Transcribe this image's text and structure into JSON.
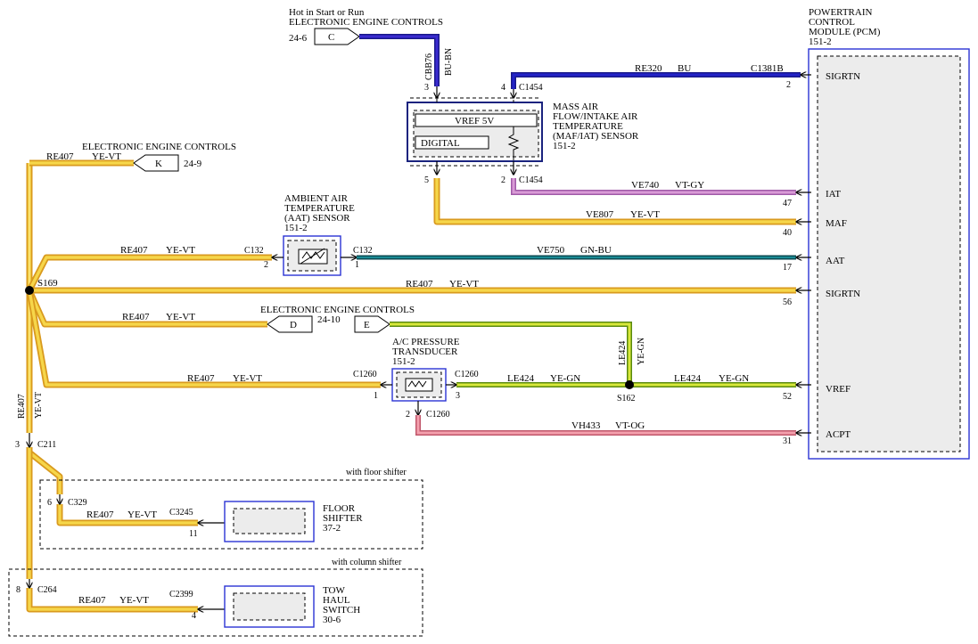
{
  "pcm": {
    "title_lines": [
      "POWERTRAIN",
      "CONTROL",
      "MODULE (PCM)",
      "151-2"
    ],
    "pins": [
      {
        "name": "SIGRTN",
        "num": "2"
      },
      {
        "name": "IAT",
        "num": "47"
      },
      {
        "name": "MAF",
        "num": "40"
      },
      {
        "name": "AAT",
        "num": "17"
      },
      {
        "name": "SIGRTN",
        "num": "56"
      },
      {
        "name": "VREF",
        "num": "52"
      },
      {
        "name": "ACPT",
        "num": "31"
      }
    ]
  },
  "top_ref": {
    "lines": [
      "Hot in Start or Run",
      "ELECTRONIC ENGINE CONTROLS"
    ],
    "tag": "C",
    "page": "24-6",
    "wire_circuit": "CBB76",
    "wire_color": "BU-BN",
    "pin": "3"
  },
  "maf": {
    "title_lines": [
      "MASS AIR",
      "FLOW/INTAKE AIR",
      "TEMPERATURE",
      "(MAF/IAT) SENSOR",
      "151-2"
    ],
    "vref_label": "VREF 5V",
    "digital_label": "DIGITAL",
    "conn_top": "C1454",
    "conn_bottom": "C1454",
    "pin_top_right": "4",
    "pin_bottom_left": "5",
    "pin_bottom_right": "2"
  },
  "wires": {
    "re320": {
      "circuit": "RE320",
      "color": "BU",
      "conn": "C1381B"
    },
    "ve740": {
      "circuit": "VE740",
      "color": "VT-GY"
    },
    "ve807": {
      "circuit": "VE807",
      "color": "YE-VT"
    },
    "ve750": {
      "circuit": "VE750",
      "color": "GN-BU"
    },
    "re407_main": {
      "circuit": "RE407",
      "color": "YE-VT"
    },
    "re407_k": {
      "circuit": "RE407",
      "color": "YE-VT"
    },
    "re407_aat": {
      "circuit": "RE407",
      "color": "YE-VT"
    },
    "re407_d": {
      "circuit": "RE407",
      "color": "YE-VT"
    },
    "re407_acp": {
      "circuit": "RE407",
      "color": "YE-VT"
    },
    "re407_vert": {
      "circuit": "RE407",
      "color": "YE-VT"
    },
    "re407_floor": {
      "circuit": "RE407",
      "color": "YE-VT"
    },
    "re407_column": {
      "circuit": "RE407",
      "color": "YE-VT"
    },
    "le424_a": {
      "circuit": "LE424",
      "color": "YE-GN"
    },
    "le424_b": {
      "circuit": "LE424",
      "color": "YE-GN"
    },
    "le424_v": {
      "circuit": "LE424",
      "color": "YE-GN"
    },
    "vh433": {
      "circuit": "VH433",
      "color": "VT-OG"
    }
  },
  "eec_k": {
    "label": "ELECTRONIC ENGINE CONTROLS",
    "tag": "K",
    "page": "24-9"
  },
  "eec_de": {
    "label": "ELECTRONIC ENGINE CONTROLS",
    "tag_d": "D",
    "page_d": "24-10",
    "tag_e": "E"
  },
  "aat": {
    "title_lines": [
      "AMBIENT AIR",
      "TEMPERATURE",
      "(AAT) SENSOR",
      "151-2"
    ],
    "conn_left": "C132",
    "conn_right": "C132",
    "pin_left": "2",
    "pin_right": "1"
  },
  "acp": {
    "title_lines": [
      "A/C PRESSURE",
      "TRANSDUCER",
      "151-2"
    ],
    "conn_left": "C1260",
    "conn_right": "C1260",
    "conn_bottom": "C1260",
    "pin_left": "1",
    "pin_right": "3",
    "pin_bottom": "2"
  },
  "splices": {
    "s169": "S169",
    "s162": "S162"
  },
  "c211": {
    "conn": "C211",
    "pin": "3"
  },
  "floor": {
    "label": "with floor shifter",
    "conn": "C329",
    "pin": "6",
    "conn2": "C3245",
    "pin2": "11",
    "title_lines": [
      "FLOOR",
      "SHIFTER",
      "37-2"
    ]
  },
  "column": {
    "label": "with column shifter",
    "conn": "C264",
    "pin": "8",
    "conn2": "C2399",
    "pin2": "4",
    "title_lines": [
      "TOW",
      "HAUL",
      "SWITCH",
      "30-6"
    ]
  },
  "colors": {
    "bu": "#2323c8",
    "bu_bn": "#3a2bd0",
    "vt_gy": "#c67cc9",
    "gn_bu": "#0a6a73",
    "vt_og": "#e98a98",
    "ye": "#f6d64a",
    "ye_dark": "#d99a1e",
    "ye_gn": "#a8d23a",
    "pcm_fill": "#ececec",
    "box_stroke": "#2b34d4"
  }
}
